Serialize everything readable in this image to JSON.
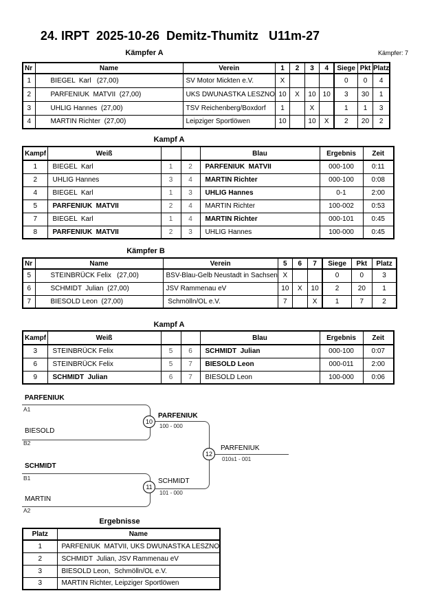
{
  "header": {
    "title": "24. IRPT  2025-10-26  Demitz-Thumitz   U11m-27",
    "fighters_label": "Kämpfer: 7"
  },
  "pool_a": {
    "title": "Kämpfer A",
    "col_headers": [
      "Nr",
      "Name",
      "Verein",
      "1",
      "2",
      "3",
      "4",
      "Siege",
      "Pkt",
      "Platz"
    ],
    "rows": [
      {
        "nr": "1",
        "name": "BIEGEL  Karl   (27,00)",
        "verein": "SV Motor Mickten e.V.",
        "cells": [
          "X",
          "",
          "",
          ""
        ],
        "siege": "0",
        "pkt": "0",
        "platz": "4"
      },
      {
        "nr": "2",
        "name": "PARFENIUK  MATVII  (27,00)",
        "verein": "UKS DWUNASTKA LESZNO",
        "cells": [
          "10",
          "X",
          "10",
          "10"
        ],
        "siege": "3",
        "pkt": "30",
        "platz": "1"
      },
      {
        "nr": "3",
        "name": "UHLIG Hannes  (27,00)",
        "verein": "TSV Reichenberg/Boxdorf",
        "cells": [
          "1",
          "",
          "X",
          ""
        ],
        "siege": "1",
        "pkt": "1",
        "platz": "3"
      },
      {
        "nr": "4",
        "name": "MARTIN Richter  (27,00)",
        "verein": "Leipziger Sportlöwen",
        "cells": [
          "10",
          "",
          "10",
          "X"
        ],
        "siege": "2",
        "pkt": "20",
        "platz": "2"
      }
    ]
  },
  "fights_a": {
    "title": "Kampf A",
    "col_headers": [
      "Kampf",
      "Weiß",
      "Blau",
      "Ergebnis",
      "Zeit"
    ],
    "rows": [
      {
        "kampf": "1",
        "weiss": "BIEGEL  Karl",
        "weiss_winner": false,
        "weiss_nr": "1",
        "blau_nr": "2",
        "blau": "PARFENIUK  MATVII",
        "blau_winner": true,
        "ergebnis": "000-100",
        "zeit": "0:11"
      },
      {
        "kampf": "2",
        "weiss": "UHLIG Hannes",
        "weiss_winner": false,
        "weiss_nr": "3",
        "blau_nr": "4",
        "blau": "MARTIN Richter",
        "blau_winner": true,
        "ergebnis": "000-100",
        "zeit": "0:08"
      },
      {
        "kampf": "4",
        "weiss": "BIEGEL  Karl",
        "weiss_winner": false,
        "weiss_nr": "1",
        "blau_nr": "3",
        "blau": "UHLIG Hannes",
        "blau_winner": true,
        "ergebnis": "0-1",
        "zeit": "2:00"
      },
      {
        "kampf": "5",
        "weiss": "PARFENIUK  MATVII",
        "weiss_winner": true,
        "weiss_nr": "2",
        "blau_nr": "4",
        "blau": "MARTIN Richter",
        "blau_winner": false,
        "ergebnis": "100-002",
        "zeit": "0:53"
      },
      {
        "kampf": "7",
        "weiss": "BIEGEL  Karl",
        "weiss_winner": false,
        "weiss_nr": "1",
        "blau_nr": "4",
        "blau": "MARTIN Richter",
        "blau_winner": true,
        "ergebnis": "000-101",
        "zeit": "0:45"
      },
      {
        "kampf": "8",
        "weiss": "PARFENIUK  MATVII",
        "weiss_winner": true,
        "weiss_nr": "2",
        "blau_nr": "3",
        "blau": "UHLIG Hannes",
        "blau_winner": false,
        "ergebnis": "100-000",
        "zeit": "0:45"
      }
    ]
  },
  "pool_b": {
    "title": "Kämpfer B",
    "col_headers": [
      "Nr",
      "Name",
      "Verein",
      "5",
      "6",
      "7",
      "Siege",
      "Pkt",
      "Platz"
    ],
    "rows": [
      {
        "nr": "5",
        "name": "STEINBRÜCK Felix   (27,00)",
        "verein": "BSV-Blau-Gelb Neustadt in Sachsen",
        "cells": [
          "X",
          "",
          ""
        ],
        "siege": "0",
        "pkt": "0",
        "platz": "3"
      },
      {
        "nr": "6",
        "name": "SCHMIDT  Julian  (27,00)",
        "verein": "JSV Rammenau eV",
        "cells": [
          "10",
          "X",
          "10"
        ],
        "siege": "2",
        "pkt": "20",
        "platz": "1"
      },
      {
        "nr": "7",
        "name": "BIESOLD Leon  (27,00)",
        "verein": " Schmölln/OL e.V.",
        "cells": [
          "7",
          "",
          "X"
        ],
        "siege": "1",
        "pkt": "7",
        "platz": "2"
      }
    ]
  },
  "fights_b": {
    "title": "Kampf A",
    "col_headers": [
      "Kampf",
      "Weiß",
      "Blau",
      "Ergebnis",
      "Zeit"
    ],
    "rows": [
      {
        "kampf": "3",
        "weiss": "STEINBRÜCK Felix",
        "weiss_winner": false,
        "weiss_nr": "5",
        "blau_nr": "6",
        "blau": "SCHMIDT  Julian",
        "blau_winner": true,
        "ergebnis": "000-100",
        "zeit": "0:07"
      },
      {
        "kampf": "6",
        "weiss": "STEINBRÜCK Felix",
        "weiss_winner": false,
        "weiss_nr": "5",
        "blau_nr": "7",
        "blau": "BIESOLD Leon",
        "blau_winner": true,
        "ergebnis": "000-011",
        "zeit": "2:00"
      },
      {
        "kampf": "9",
        "weiss": "SCHMIDT  Julian",
        "weiss_winner": true,
        "weiss_nr": "6",
        "blau_nr": "7",
        "blau": "BIESOLD Leon",
        "blau_winner": false,
        "ergebnis": "100-000",
        "zeit": "0:06"
      }
    ]
  },
  "bracket": {
    "semifinal_1": {
      "top_name": "PARFENIUK",
      "top_seed": "A1",
      "bottom_name": "BIESOLD",
      "bottom_seed": "B2",
      "match_no": "10",
      "winner": "PARFENIUK",
      "winner_bold": true,
      "score": "100 - 000"
    },
    "semifinal_2": {
      "top_name": "SCHMIDT",
      "top_seed": "B1",
      "bottom_name": "MARTIN",
      "bottom_seed": "A2",
      "match_no": "11",
      "winner": "SCHMIDT",
      "winner_bold": false,
      "score": "101 - 000"
    },
    "final": {
      "match_no": "12",
      "winner": "PARFENIUK",
      "winner_bold": false,
      "score": "010s1 - 001"
    }
  },
  "results": {
    "title": "Ergebnisse",
    "col_headers": [
      "Platz",
      "Name"
    ],
    "rows": [
      {
        "platz": "1",
        "name": "PARFENIUK  MATVII, UKS DWUNASTKA LESZNO"
      },
      {
        "platz": "2",
        "name": "SCHMIDT  Julian, JSV Rammenau eV"
      },
      {
        "platz": "3",
        "name": "BIESOLD Leon,  Schmölln/OL e.V."
      },
      {
        "platz": "3",
        "name": "MARTIN Richter, Leipziger Sportlöwen"
      }
    ]
  }
}
